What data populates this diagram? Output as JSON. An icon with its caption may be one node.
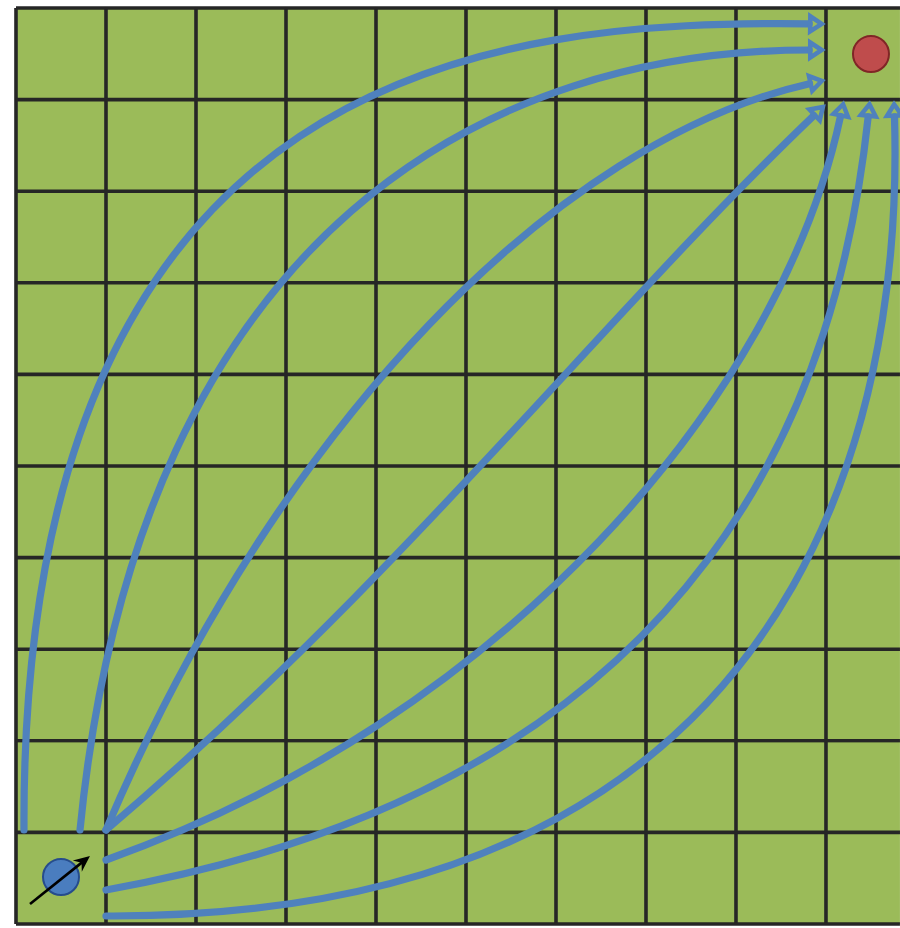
{
  "diagram": {
    "nodes": [
      {
        "text": [],
        "shape": "circle"
      },
      {
        "text": [],
        "shape": "circle"
      }
    ],
    "edges": [
      {
        "from": 0,
        "to": 1,
        "arrow": "to"
      },
      {
        "from": 0,
        "to": 1,
        "arrow": "to"
      },
      {
        "from": 0,
        "to": 1,
        "arrow": "to"
      },
      {
        "from": 0,
        "to": 1,
        "arrow": "to"
      },
      {
        "from": 0,
        "to": 1,
        "arrow": "to"
      },
      {
        "from": 0,
        "to": 1,
        "arrow": "to"
      },
      {
        "from": 0,
        "to": 1,
        "arrow": "to"
      }
    ]
  }
}
